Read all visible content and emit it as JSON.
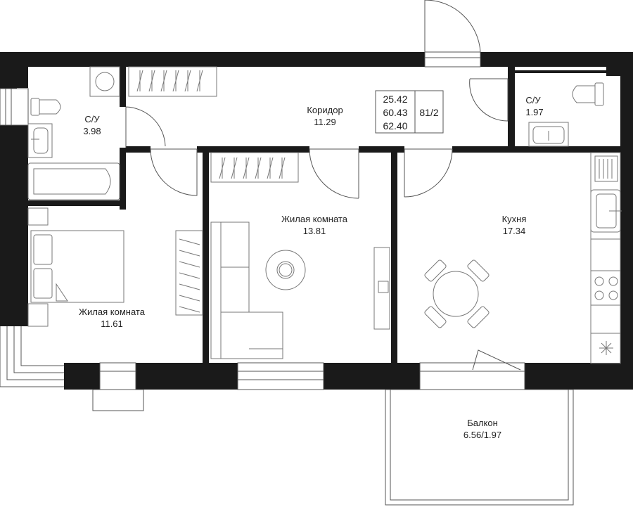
{
  "rooms": {
    "bath_left": {
      "name": "С/У",
      "area": "3.98"
    },
    "corridor": {
      "name": "Коридор",
      "area": "11.29"
    },
    "bath_right": {
      "name": "С/У",
      "area": "1.97"
    },
    "living_1": {
      "name": "Жилая комната",
      "area": "11.61"
    },
    "living_2": {
      "name": "Жилая комната",
      "area": "13.81"
    },
    "kitchen": {
      "name": "Кухня",
      "area": "17.34"
    },
    "balcony": {
      "name": "Балкон",
      "area": "6.56/1.97"
    }
  },
  "summary": {
    "living_area": "25.42",
    "total_area": "60.43",
    "total_with_balcony": "62.40",
    "apartment": "81/2"
  },
  "colors": {
    "wall": "#1a1a1a",
    "line": "#555555",
    "furniture": "#777777"
  }
}
